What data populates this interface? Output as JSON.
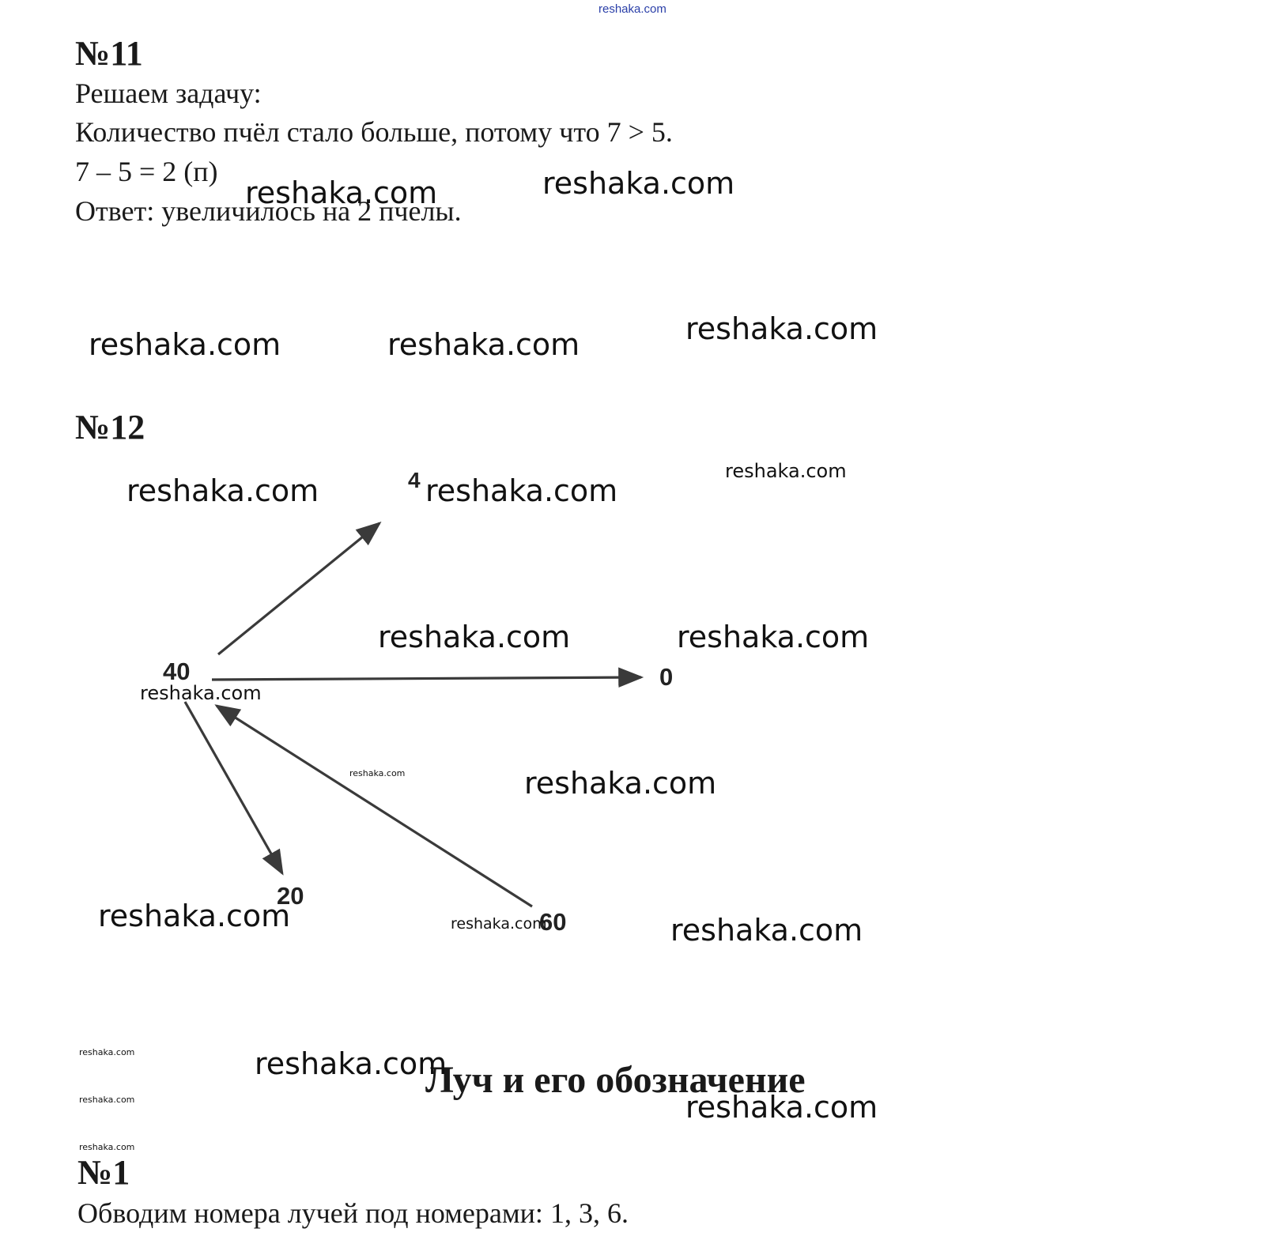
{
  "top_watermark": "reshaka.com",
  "task11": {
    "heading": "№11",
    "lines": [
      "Решаем задачу:",
      "Количество пчёл стало больше, потому что 7 > 5.",
      "7 – 5 = 2 (п)",
      "Ответ: увеличилось на 2 пчелы."
    ]
  },
  "task12": {
    "heading": "№12",
    "numbers": {
      "center": "40",
      "top": "4",
      "right": "0",
      "bottom_left": "20",
      "bottom_right": "60"
    }
  },
  "section_title": "Луч и его обозначение",
  "task1": {
    "heading": "№1",
    "text": "Обводим номера лучей под номерами: 1, 3, 6."
  },
  "watermarks": [
    "reshaka.com",
    "reshaka.com",
    "reshaka.com",
    "reshaka.com",
    "reshaka.com",
    "reshaka.com",
    "reshaka.com",
    "reshaka.com",
    "reshaka.com",
    "reshaka.com",
    "reshaka.com",
    "reshaka.com",
    "reshaka.com",
    "reshaka.com",
    "reshaka.com",
    "reshaka.com",
    "reshaka.com",
    "reshaka.com",
    "reshaka.com",
    "reshaka.com",
    "reshaka.com"
  ]
}
